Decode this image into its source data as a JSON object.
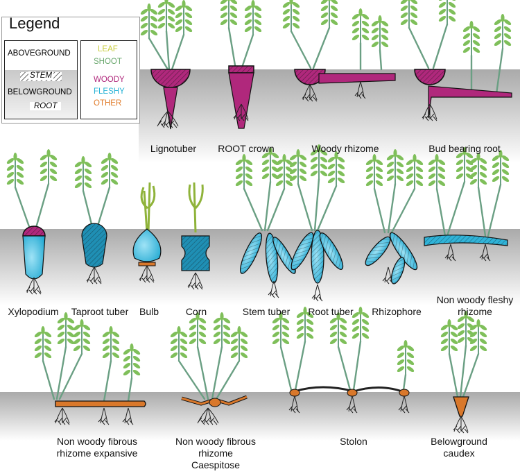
{
  "legend": {
    "title": "Legend",
    "zones": {
      "aboveground": "ABOVEGROUND",
      "stem": "STEM",
      "belowground": "BELOWGROUND",
      "root": "ROOT"
    },
    "organs": [
      {
        "label": "LEAF",
        "color": "#c8cc3a"
      },
      {
        "label": "SHOOT",
        "color": "#6aa86e"
      },
      {
        "label": "WOODY",
        "color": "#b0287c"
      },
      {
        "label": "FLESHY",
        "color": "#29b3d6"
      },
      {
        "label": "OTHER",
        "color": "#e07b2a"
      }
    ]
  },
  "colors": {
    "woody": "#b0287c",
    "fleshy": "#2fb3d8",
    "other": "#d9782b",
    "leaf": "#7fbf5a",
    "stem": "#6a9f83",
    "soil": "#c9c9c9"
  },
  "rows": [
    {
      "labels": [
        "Lignotuber",
        "ROOT crown",
        "Woody rhizome",
        "Bud bearing root"
      ]
    },
    {
      "labels": [
        "Xylopodium",
        "Taproot tuber",
        "Bulb",
        "Corn",
        "Stem tuber",
        "Root tuber",
        "Rhizophore",
        "Non woody fleshy rhizome"
      ]
    },
    {
      "labels": [
        "Non woody fibrous rhizome expansive",
        "Non woody fibrous rhizome Caespitose",
        "Stolon",
        "Belowground caudex"
      ]
    }
  ]
}
